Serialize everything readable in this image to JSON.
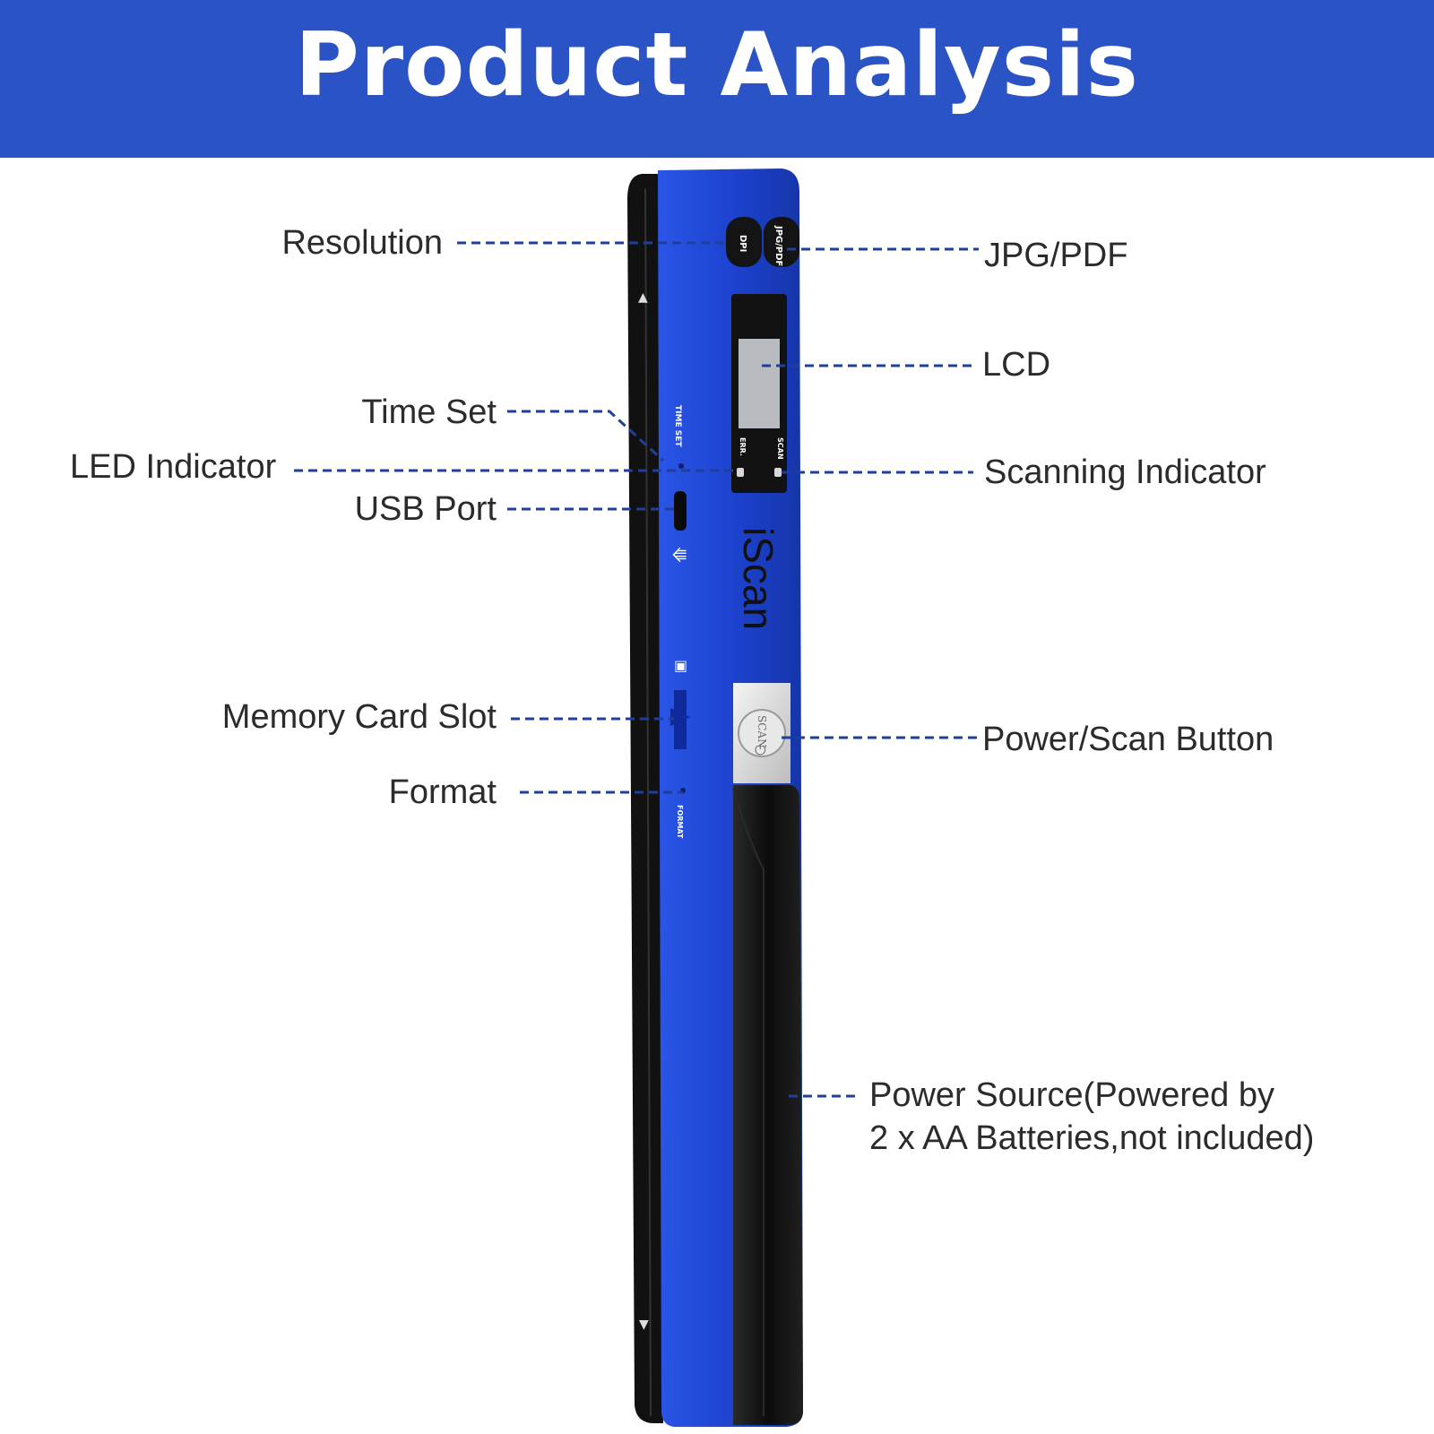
{
  "header": {
    "title": "Product Analysis"
  },
  "device": {
    "brand": "iScan",
    "buttons": {
      "dpi": "DPI",
      "format_toggle": "JPG/PDF",
      "scan": "SCAN"
    },
    "indicators": {
      "err": "ERR.",
      "scan": "SCAN"
    },
    "side_labels": {
      "time_set": "TIME SET",
      "format": "FORMAT"
    }
  },
  "callouts": {
    "resolution": "Resolution",
    "time_set": "Time Set",
    "led_indicator": "LED Indicator",
    "usb_port": "USB Port",
    "memory_card_slot": "Memory Card Slot",
    "format": "Format",
    "jpg_pdf": "JPG/PDF",
    "lcd": "LCD",
    "scanning_indicator": "Scanning Indicator",
    "power_scan_button": "Power/Scan Button",
    "power_source_line1": "Power Source(Powered by",
    "power_source_line2": "2 x AA Batteries,not included)"
  },
  "colors": {
    "header": "#2a53c6",
    "body_blue": "#1f45cf",
    "leader": "#1f3f9a",
    "label_text": "#2b2b2b"
  }
}
